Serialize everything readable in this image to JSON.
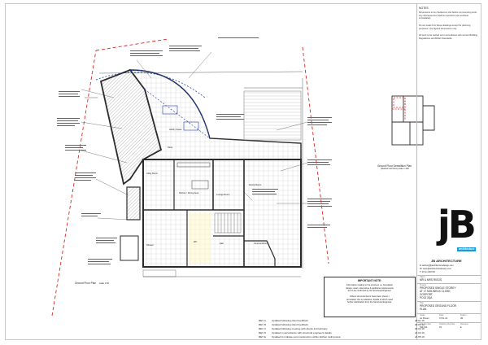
{
  "notes": {
    "heading": "NOTES",
    "p1": "Dimensions to be checked on site before commencing work. Any discrepancies shall be reported to the architect immediately.",
    "p2": "Do not scale from these drawings except for planning purposes. Use figured dimensions only.",
    "p3": "All work to be carried out in accordance with current Building Regulations and British Standards."
  },
  "drawing_titles": {
    "main_plan": "Ground Floor Plan",
    "main_scale": "scale 1:50",
    "demolition_plan": "Ground Floor Demolition Plan",
    "demolition_sub": "(dashed red lines)",
    "demolition_scale": "scale 1:100"
  },
  "rooms": {
    "hobby": "Hobby Space",
    "kitchen": "Kitchen / Dining Area",
    "family": "Family Room",
    "utility": "Utility Room",
    "store": "Store",
    "lounge": "Lounge Room",
    "hall": "Hall",
    "wc": "WC",
    "shower": "Shower",
    "cinema": "Cinema Room"
  },
  "important": {
    "title": "IMPORTANT NOTE:",
    "line1": "Information relating to the structure i.e. foundation",
    "line2": "design, steel / steel sizes & padstone requirements",
    "line3": "are to be confirmed by the Structural Engineer.",
    "line4": "Where structural items have been shown /",
    "line5": "annotated, this is indicative, details of which need",
    "line6": "further clarification from the Structural Engineer."
  },
  "brand": {
    "logo_letters": "jB",
    "logo_tag": "architecture",
    "name": "JB ARCHITECTURE",
    "email": "E: admin@jbarchitecturedesign.com",
    "web": "W: www.jbarchitecturedesign.com",
    "tel": "T: 07xxx 000732",
    "color": "#111111",
    "accent": "#1b9bd6"
  },
  "title_block": {
    "client_label": "Client",
    "client": "MR & MRS RIGGS",
    "project_label": "Project",
    "project_l1": "PROPOSED SINGLE STOREY",
    "project_l2": "AT 17 MOLINEUX CLOSE,",
    "project_l3": "GOSPORT.",
    "project_l4": "PO13 3QA",
    "title_label": "Title",
    "title_l1": "PROPOSED GROUND FLOOR",
    "title_l2": "PLAN",
    "scale_label": "Scale",
    "scale": "As Shown",
    "date_label": "Date",
    "date": "07.01.19",
    "drawn_label": "Drawn",
    "drawn": "JB",
    "job_label": "Job Number",
    "job": "SW-014",
    "dwg_label": "Drawing Number",
    "dwg": "03",
    "rev_label": "Revision",
    "rev": "E"
  },
  "revisions": [
    {
      "rev": "REV A",
      "desc": "Updated following client feedback",
      "date": "28.01.19"
    },
    {
      "rev": "REV B",
      "desc": "Updated following client feedback",
      "date": "30.01.19"
    },
    {
      "rev": "REV C",
      "desc": "Updated following meeting with clients 1st February",
      "date": "04.02.19"
    },
    {
      "rev": "REV D",
      "desc": "Updated in accordance with structural engineers details",
      "date": "21.03.19"
    },
    {
      "rev": "REV E",
      "desc": "Updated to indicate pool construction within kitchen ceiling area",
      "date": "21.05.19"
    }
  ],
  "colors": {
    "walls": "#2b2b2b",
    "demolition": "#e0261f",
    "section_blue": "#1d3fa8",
    "hatch": "#7a7a7a"
  }
}
